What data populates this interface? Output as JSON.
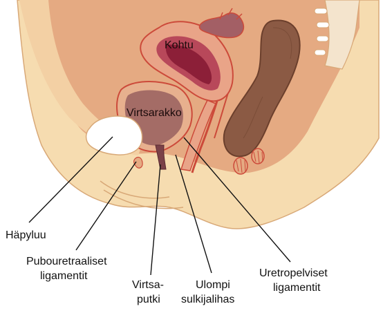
{
  "labels": {
    "kohtu": "Kohtu",
    "virtsarakko": "Virtsarakko",
    "hapyluu": "Häpyluu",
    "pubouretraaliset_1": "Pubouretraaliset",
    "pubouretraaliset_2": "ligamentit",
    "virtsaputki_1": "Virtsa-",
    "virtsaputki_2": "putki",
    "ulompi_1": "Ulompi",
    "ulompi_2": "sulkijalihas",
    "uretropelviset_1": "Uretropelviset",
    "uretropelviset_2": "ligamentit"
  },
  "colors": {
    "skin": "#f6dcb0",
    "skin_shadow": "#ecc796",
    "outline": "#d8a877",
    "body_cavity": "#e2a27a",
    "uterus_outer": "#e9a488",
    "uterus_inner": "#b8485a",
    "uterus_cavity": "#8c1f38",
    "bladder_outer": "#e7b08e",
    "bladder_inner": "#a46c66",
    "urethra": "#7a4148",
    "rectum": "#8b5a44",
    "rectum_outline": "#6b3f2c",
    "vessel": "#cc4a3a",
    "bone": "#ffffff",
    "ovary": "#a35f65"
  }
}
